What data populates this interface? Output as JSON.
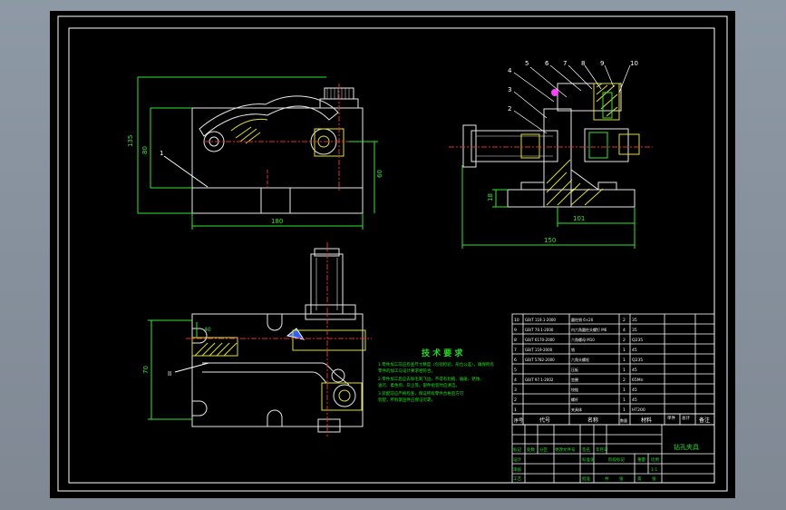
{
  "colors": {
    "frame": "#ffffff",
    "part": "#e8e8e8",
    "dimension": "#2ee82e",
    "hatch": "#e0e020",
    "center": "#e03030",
    "leader": "#ffffff",
    "notes_text": "#20e020",
    "table_line": "#ffffff",
    "accent_blue": "#3060ff",
    "accent_magenta": "#ff40ff"
  },
  "front_view": {
    "dims": {
      "height_total": "135",
      "height_inner": "80",
      "width": "180",
      "offset": "60"
    },
    "leader": "1"
  },
  "side_view": {
    "balloons": [
      "2",
      "3",
      "4",
      "5",
      "6",
      "7",
      "8",
      "9",
      "10"
    ],
    "dims": {
      "base_h": "18",
      "half_w": "101",
      "total_w": "150"
    }
  },
  "top_view": {
    "dims": {
      "left": "70",
      "mark": "40"
    },
    "section_label": "II"
  },
  "notes": {
    "title": "技 术 要 求",
    "lines": [
      "1.零件加工前应检查尺寸精度（包括检验，形位公差），确保所有",
      "零件的加工与设计要求相符合。",
      "2.零件加工后应去除毛刺飞边，不得有划痕、磕碰、锈蚀、",
      "油污、着色剂、灰尘等。部件组装时应清洁。",
      "3.装配前应严格检查，保证所有零件合格后方可",
      "装配，所有紧固件应保证可靠。"
    ]
  },
  "bom": {
    "rows": [
      {
        "no": "10",
        "code": "GB/T 119.1-2000",
        "name": "圆柱销 6×20",
        "qty": "2",
        "mat": "35"
      },
      {
        "no": "9",
        "code": "GB/T 70.1-2000",
        "name": "内六角圆柱头螺钉 M6",
        "qty": "4",
        "mat": "35"
      },
      {
        "no": "8",
        "code": "GB/T 6170-2000",
        "name": "六角螺母 M10",
        "qty": "2",
        "mat": "Q235"
      },
      {
        "no": "7",
        "code": "GB/T 119-2000",
        "name": "销",
        "qty": "1",
        "mat": "45"
      },
      {
        "no": "6",
        "code": "GB/T 5782-2000",
        "name": "六角头螺栓",
        "qty": "1",
        "mat": "Q235"
      },
      {
        "no": "5",
        "code": "",
        "name": "压板",
        "qty": "1",
        "mat": "45"
      },
      {
        "no": "4",
        "code": "GB/T 97.1-2002",
        "name": "垫圈",
        "qty": "2",
        "mat": "65Mn"
      },
      {
        "no": "3",
        "code": "",
        "name": "铰链",
        "qty": "1",
        "mat": "45"
      },
      {
        "no": "2",
        "code": "",
        "name": "螺杆",
        "qty": "1",
        "mat": "45"
      },
      {
        "no": "1",
        "code": "",
        "name": "夹具体",
        "qty": "1",
        "mat": "HT200"
      }
    ],
    "header": {
      "no": "序号",
      "code": "代号",
      "name": "名称",
      "qty": "数量",
      "mat": "材料",
      "weight_single": "单件",
      "weight_total": "总计",
      "note": "备注"
    }
  },
  "title_block": {
    "drawing_title": "钻孔夹具",
    "scale": "1:1",
    "labels": [
      "标记",
      "处数",
      "分区",
      "更改文件号",
      "签名",
      "年月日",
      "设计",
      "标准化",
      "阶段标记",
      "重量",
      "比例",
      "审核",
      "工艺",
      "批准",
      "共",
      "张",
      "第",
      "张"
    ]
  }
}
